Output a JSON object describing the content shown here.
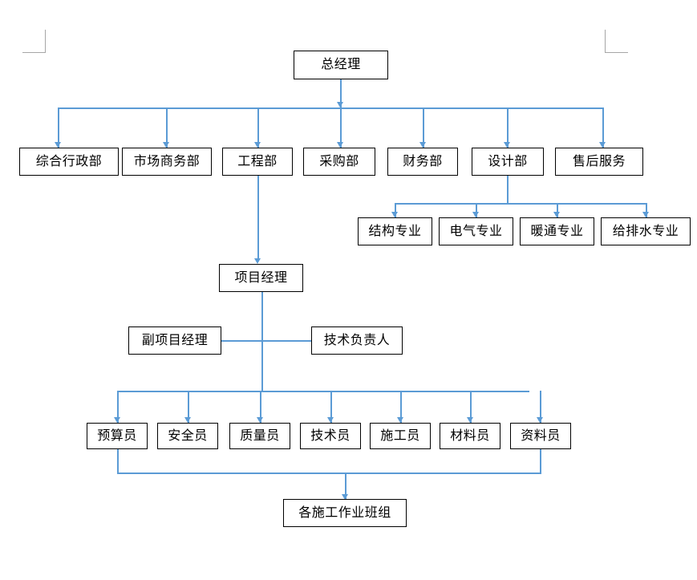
{
  "document": {
    "type": "organization-chart",
    "title": "组织机构图",
    "accent_color": "#5b9bd5",
    "box_border_color": "#000000",
    "background_color": "#ffffff",
    "corner_mark_color": "#a6a6a6"
  },
  "nodes": {
    "general_manager": {
      "label": "总经理"
    },
    "departments": [
      {
        "label": "综合行政部"
      },
      {
        "label": "市场商务部"
      },
      {
        "label": "工程部"
      },
      {
        "label": "采购部"
      },
      {
        "label": "财务部"
      },
      {
        "label": "设计部"
      },
      {
        "label": "售后服务"
      }
    ],
    "design_specialties": [
      {
        "label": "结构专业"
      },
      {
        "label": "电气专业"
      },
      {
        "label": "暖通专业"
      },
      {
        "label": "给排水专业"
      }
    ],
    "project_manager": {
      "label": "项目经理"
    },
    "deputy_project_manager": {
      "label": "副项目经理"
    },
    "technical_director": {
      "label": "技术负责人"
    },
    "staff": [
      {
        "label": "预算员"
      },
      {
        "label": "安全员"
      },
      {
        "label": "质量员"
      },
      {
        "label": "技术员"
      },
      {
        "label": "施工员"
      },
      {
        "label": "材料员"
      },
      {
        "label": "资料员"
      }
    ],
    "work_teams": {
      "label": "各施工作业班组"
    }
  }
}
